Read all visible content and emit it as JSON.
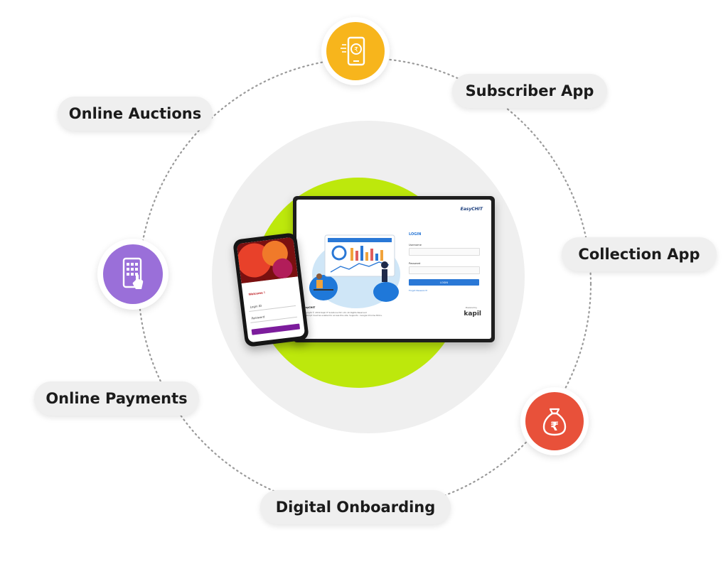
{
  "features": {
    "online_auctions": "Online Auctions",
    "subscriber_app": "Subscriber App",
    "collection_app": "Collection App",
    "online_payments": "Online Payments",
    "digital_onboarding": "Digital Onboarding"
  },
  "colors": {
    "lime": "#bde80c",
    "mobile_icon_bg": "#f7b51c",
    "app_icon_bg": "#9a6fd9",
    "money_icon_bg": "#e8513a",
    "login_blue": "#2a78d6"
  },
  "icons": [
    "mobile-rupee-icon",
    "app-grid-touch-icon",
    "money-bag-rupee-icon"
  ],
  "dashboard": {
    "brand": "EasyCHIT",
    "login_title": "LOGIN",
    "username_label": "Username",
    "password_label": "Password",
    "login_button": "LOGIN",
    "forgot": "Forgot Password?",
    "footer_brand": "EasyCHIT",
    "footer_line1": "Copyright © 2019 Kapil IT Solutions Pvt. Ltd. All Rights Reserved",
    "footer_line2": "JavaScript must be enabled to access this site. Supports : Google Chrome 80.0+",
    "powered_by": "Powered by",
    "kapil_logo": "kapil"
  },
  "phone": {
    "greeting": "Welcome !",
    "user_label": "Login ID",
    "pass_label": "Password"
  }
}
